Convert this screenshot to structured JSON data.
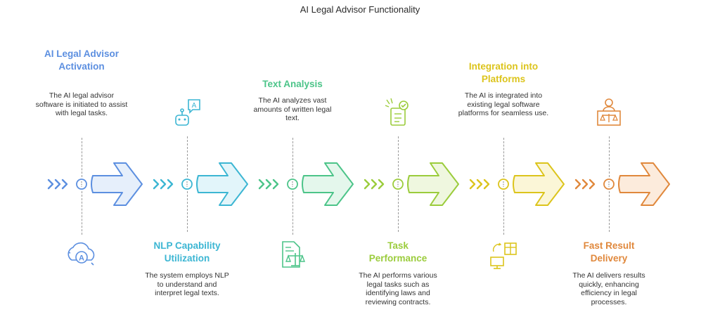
{
  "title": "AI Legal Advisor Functionality",
  "steps": [
    {
      "title": "AI Legal Advisor Activation",
      "description": "The AI legal advisor software is initiated to assist with legal tasks.",
      "color": "#5c8fe0",
      "fill": "#e6effb",
      "icon": "robot-icon"
    },
    {
      "title": "NLP Capability Utilization",
      "description": "The system employs NLP to understand and interpret legal texts.",
      "color": "#3cb6d3",
      "fill": "#e2f5fa",
      "icon": "robot-speech-icon"
    },
    {
      "title": "Text Analysis",
      "description": "The AI analyzes vast amounts of written legal text.",
      "color": "#4cc489",
      "fill": "#e4f7ec",
      "icon": "legal-document-scale-icon"
    },
    {
      "title": "Task Performance",
      "description": "The AI performs various legal tasks such as identifying laws and reviewing contracts.",
      "color": "#9bcc3c",
      "fill": "#eff7df",
      "icon": "task-checklist-icon"
    },
    {
      "title": "Integration into Platforms",
      "description": "The AI is integrated into existing legal software platforms for seamless use.",
      "color": "#dcc41c",
      "fill": "#fbf6d7",
      "icon": "integration-monitor-icon"
    },
    {
      "title": "Fast Result Delivery",
      "description": "The AI delivers results quickly, enhancing efficiency in legal processes.",
      "color": "#e0883c",
      "fill": "#fcebdc",
      "icon": "judge-scale-icon"
    }
  ]
}
